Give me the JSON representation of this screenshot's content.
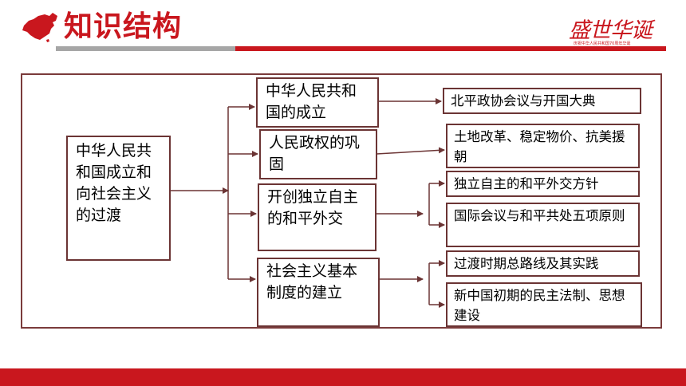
{
  "header": {
    "title": "知识结构",
    "logo": {
      "main": "盛世华诞",
      "sub": "庆祝中华人民共和国70周年华诞"
    }
  },
  "diagram": {
    "root": "中华人民共和国成立和向社会主义的过渡",
    "branches": [
      {
        "label": "中华人民共和国的成立",
        "details": [
          "北平政协会议与开国大典"
        ]
      },
      {
        "label": "人民政权的巩固",
        "details": [
          "土地改革、稳定物价、抗美援朝"
        ]
      },
      {
        "label": "开创独立自主的和平外交",
        "details": [
          "独立自主的和平外交方针",
          "国际会议与和平共处五项原则"
        ]
      },
      {
        "label": "社会主义基本制度的建立",
        "details": [
          "过渡时期总路线及其实践",
          "新中国初期的民主法制、思想建设"
        ]
      }
    ]
  },
  "colors": {
    "accent": "#c9171e",
    "line": "#6b3434",
    "gray": "#a6a6a6"
  }
}
